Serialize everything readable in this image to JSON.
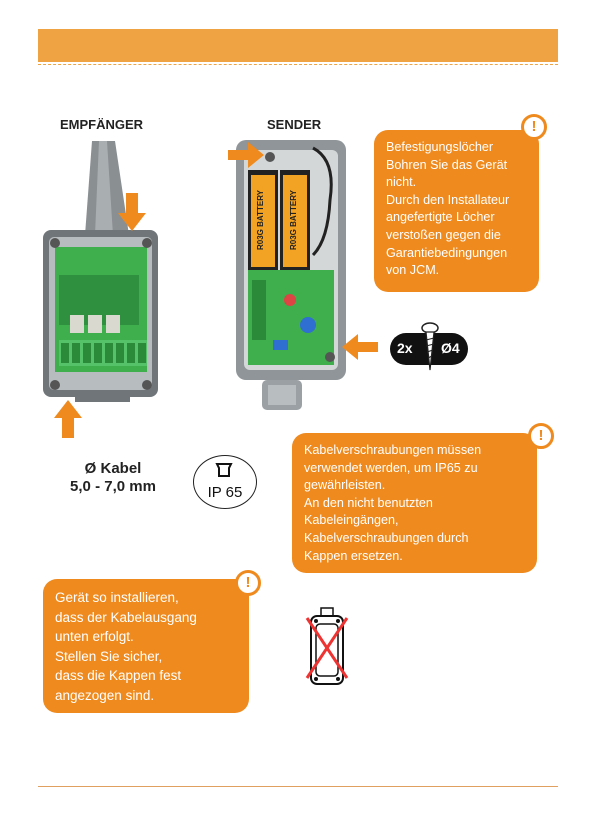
{
  "receiver": {
    "label": "EMPFÄNGER"
  },
  "sender": {
    "label": "SENDER",
    "battery_text": "R03G BATTERY"
  },
  "callout_drilling": {
    "lines": [
      "Befestigungslöcher",
      "Bohren Sie das Gerät",
      "nicht.",
      "Durch den Installateur",
      "angefertigte Löcher",
      "verstoßen gegen die",
      "Garantiebedingungen",
      "von JCM."
    ]
  },
  "screw_badge": {
    "count": "2x",
    "size": "Ø4"
  },
  "callout_glands": {
    "lines": [
      "Kabelverschraubungen müssen",
      "verwendet werden, um IP65 zu",
      "gewährleisten.",
      "An den nicht benutzten",
      "Kabeleingängen,",
      "Kabelverschraubungen durch",
      "Kappen ersetzen."
    ]
  },
  "cable_spec": {
    "line1": "Ø Kabel",
    "line2": "5,0 - 7,0 mm"
  },
  "ip_badge": {
    "text": "IP 65"
  },
  "callout_install": {
    "lines": [
      "Gerät so installieren,",
      "dass der Kabelausgang",
      "unten erfolgt.",
      "Stellen Sie sicher,",
      "dass die Kappen fest",
      "angezogen sind."
    ]
  },
  "warning_symbol": "!",
  "colors": {
    "accent": "#ef8a1e",
    "header": "#f0a343"
  }
}
